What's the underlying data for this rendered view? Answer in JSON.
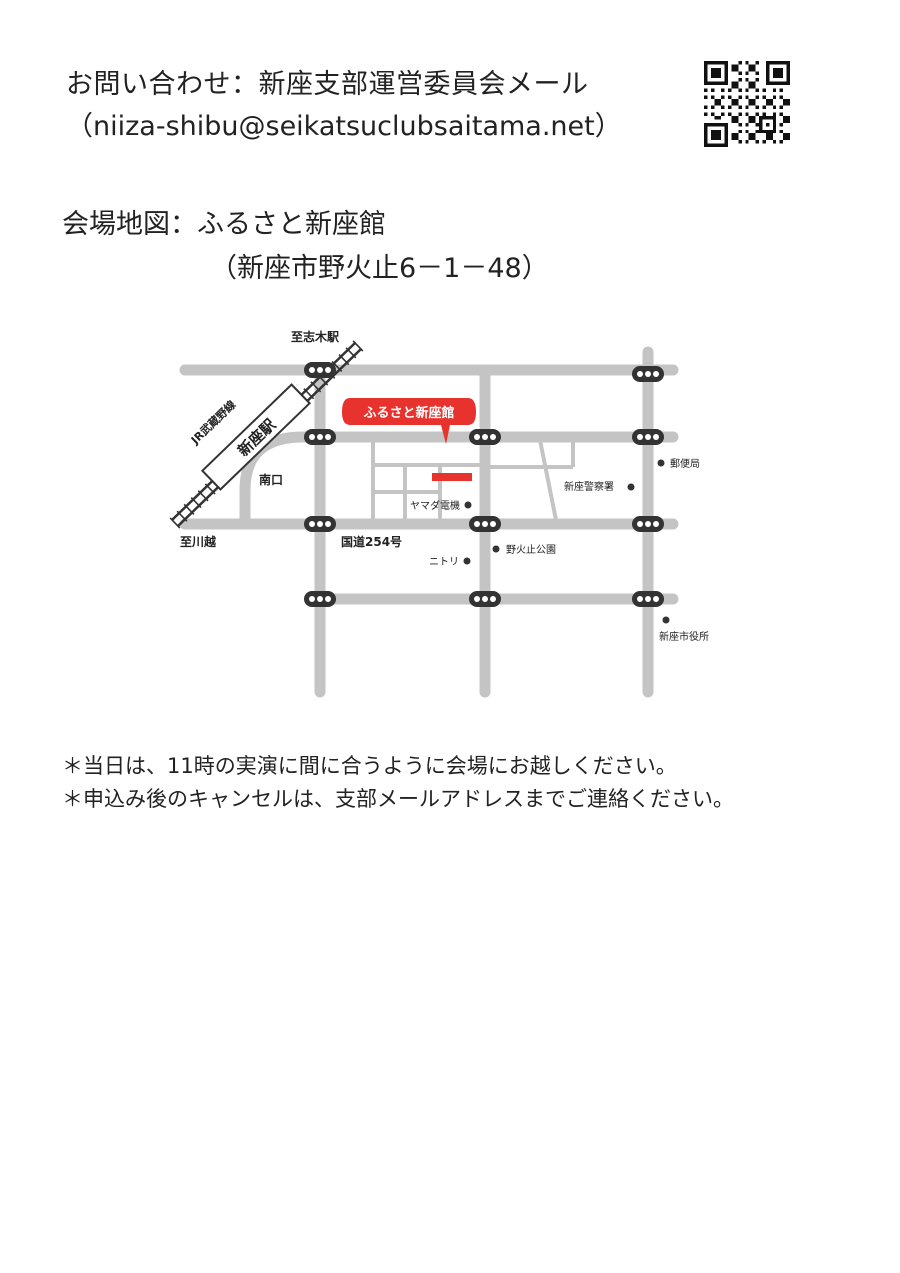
{
  "contact": {
    "label": "お問い合わせ：新座支部運営委員会メール",
    "email": "（niiza-shibu@seikatsuclubsaitama.net）"
  },
  "venue": {
    "label": "会場地図：ふるさと新座館",
    "address": "（新座市野火止6－1－48）"
  },
  "map": {
    "venue_callout": "ふるさと新座館",
    "line_name": "JR武蔵野線",
    "station": "新座駅",
    "to_shiki": "至志木駅",
    "to_kawagoe": "至川越",
    "south_exit": "南口",
    "route": "国道254号",
    "landmarks": {
      "post_office": "郵便局",
      "police": "新座警察署",
      "yamada": "ヤマダ電機",
      "nitori": "ニトリ",
      "park": "野火止公園",
      "city_hall": "新座市役所"
    },
    "colors": {
      "road": "#c4c4c4",
      "venue": "#e8322d",
      "signal": "#333333"
    }
  },
  "notes": [
    "＊当日は、11時の実演に間に合うように会場にお越しください。",
    "＊申込み後のキャンセルは、支部メールアドレスまでご連絡ください。"
  ]
}
